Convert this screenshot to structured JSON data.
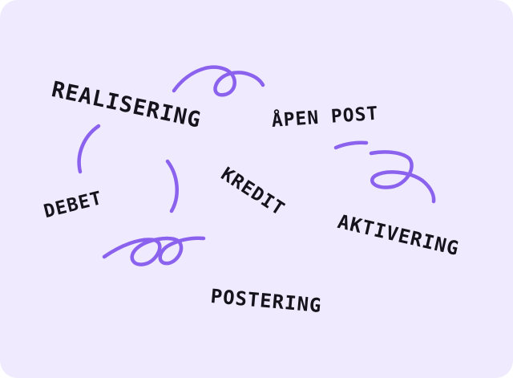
{
  "words": {
    "realisering": "REALISERING",
    "apen_post": "ÅPEN POST",
    "kredit": "KREDIT",
    "debet": "DEBET",
    "aktivering": "AKTIVERING",
    "postering": "POSTERING"
  },
  "colors": {
    "background": "#efeafd",
    "accent": "#8b62ee",
    "text": "#15131c"
  }
}
